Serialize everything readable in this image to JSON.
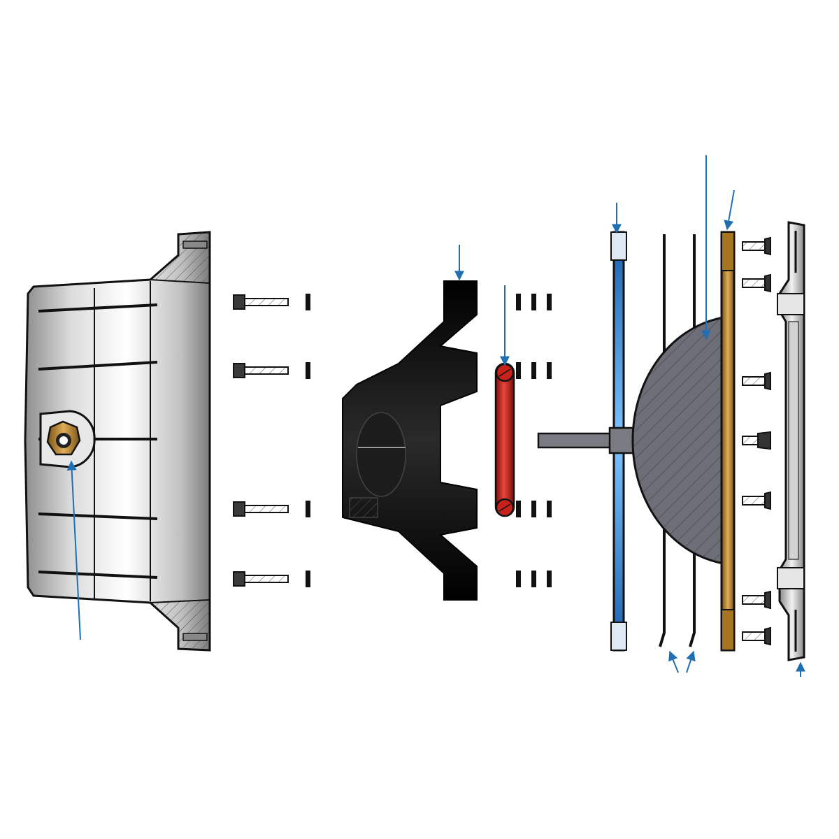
{
  "diagram": {
    "kind": "exploded-section-view",
    "labels": [],
    "colors": {
      "outline": "#111111",
      "leader": "#1f6fb2",
      "housing_light": "#f4f4f4",
      "housing_dark": "#9a9a9a",
      "rubber": "#0b0b0b",
      "oring": "#c8201a",
      "brass": "#c0882c",
      "lens_blue": "#2a7fd0",
      "reflector": "#6e6e78",
      "bolt": "#3a3a3a"
    },
    "parts": [
      "housing",
      "fitting",
      "bolts",
      "nuts",
      "gasket-mount",
      "o-ring",
      "washers",
      "lens-ring",
      "gaskets",
      "reflector",
      "brass-ring",
      "screws",
      "bezel"
    ]
  }
}
